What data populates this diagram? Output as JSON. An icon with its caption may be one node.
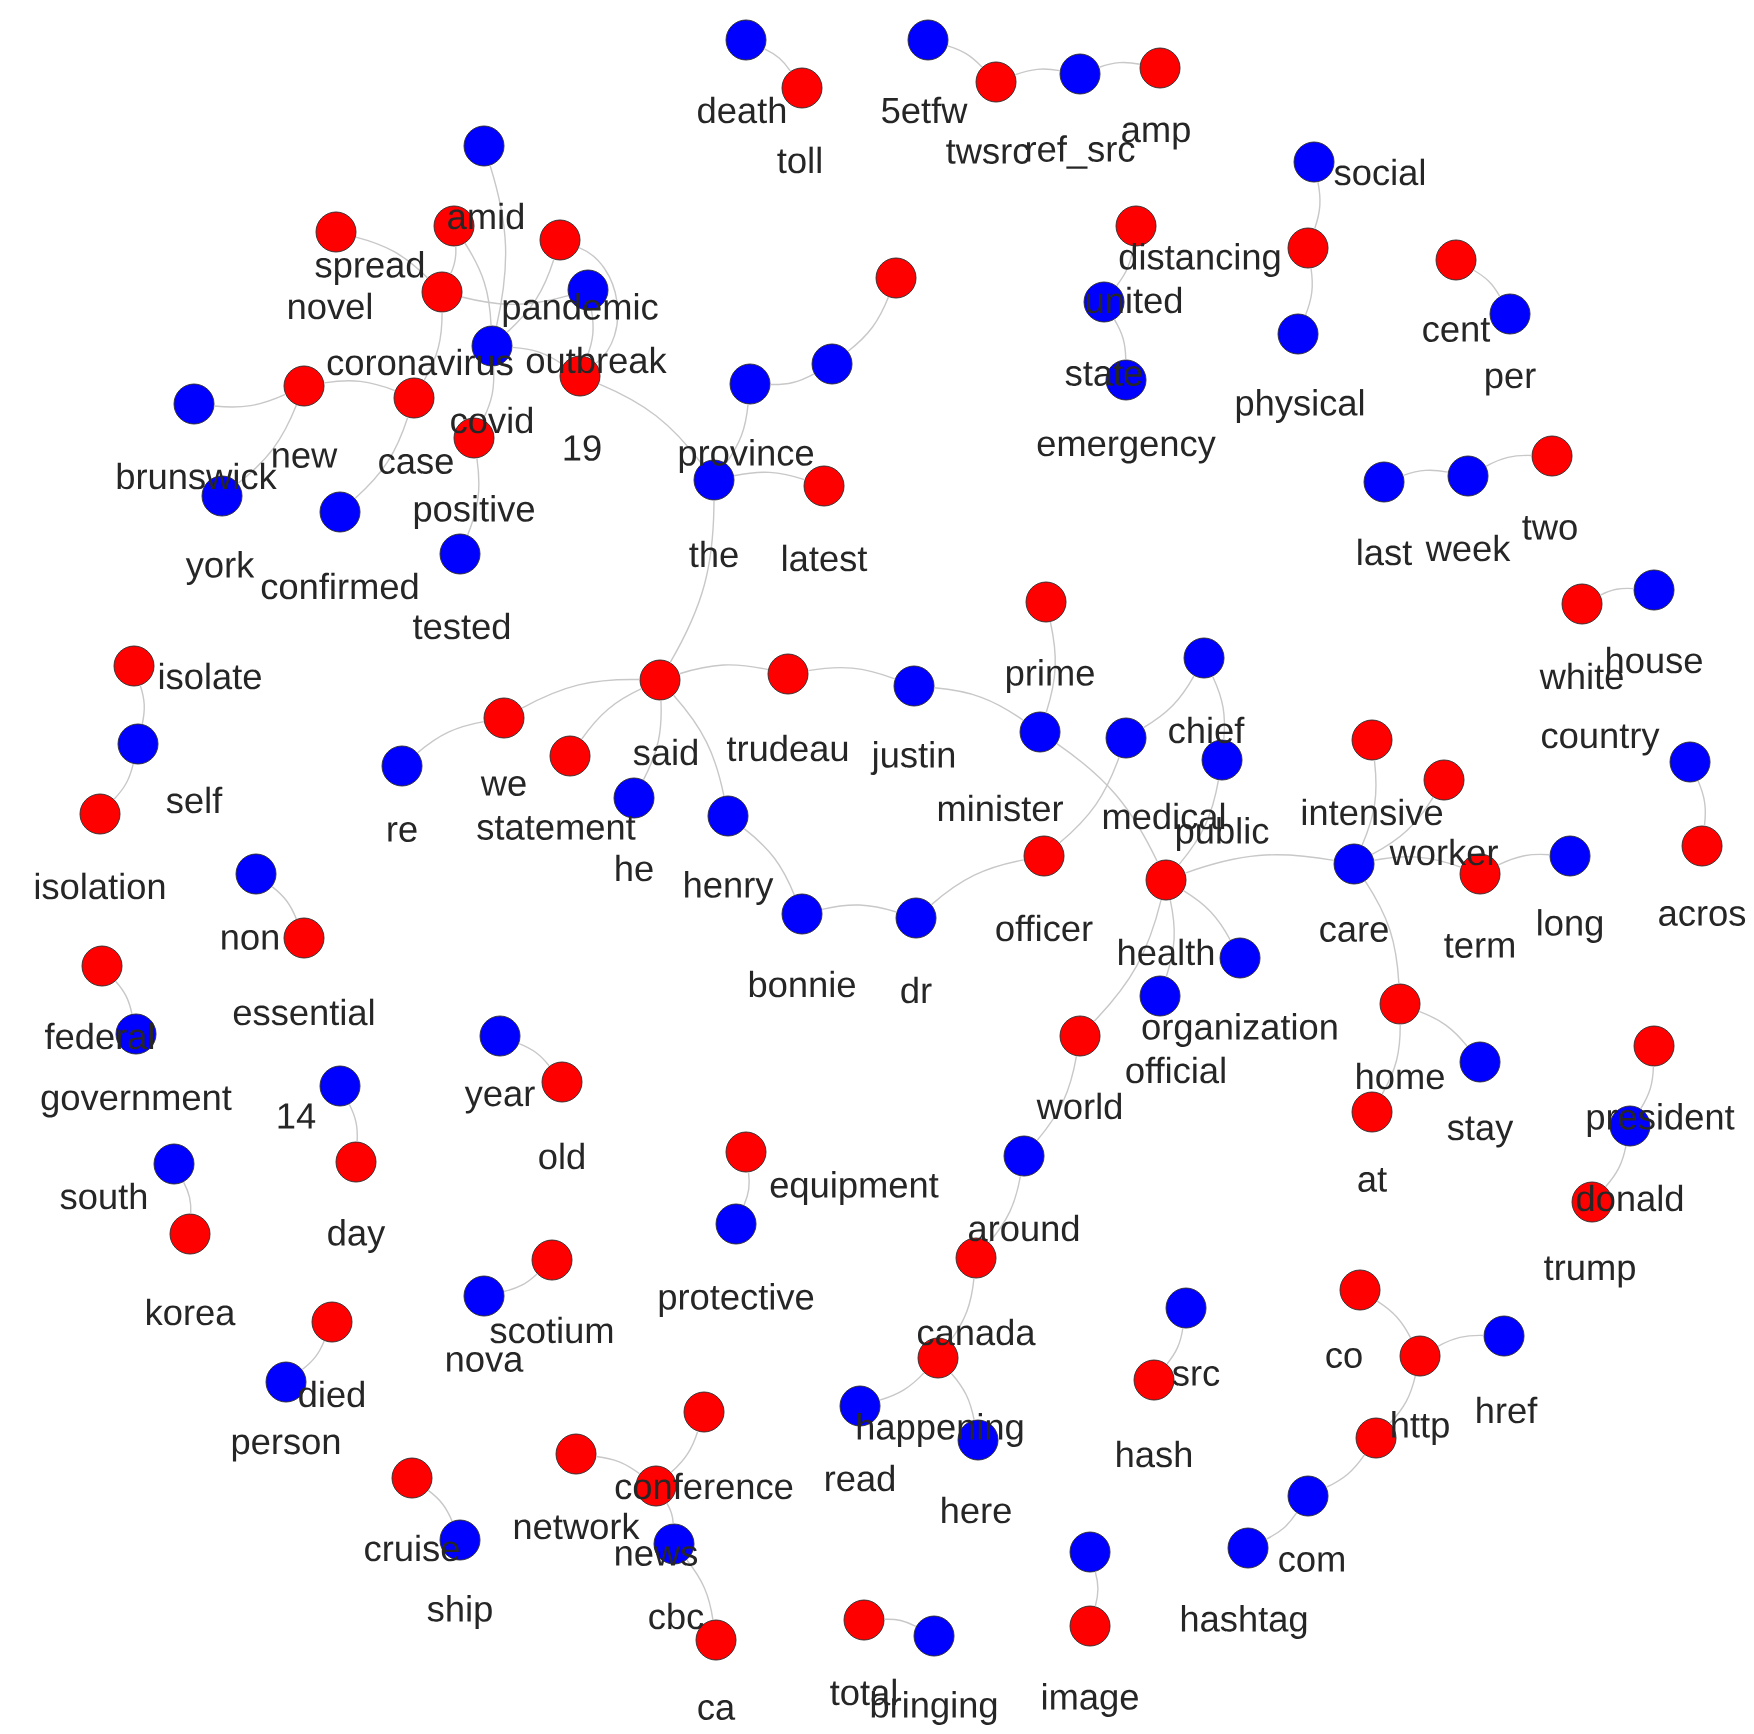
{
  "diagram": {
    "nodes": [
      {
        "text": [
          "death"
        ]
      },
      {
        "text": [
          "toll"
        ]
      },
      {
        "text": [
          "5etfw"
        ]
      },
      {
        "text": [
          "twsrc"
        ]
      },
      {
        "text": [
          "ref_src"
        ]
      },
      {
        "text": [
          "amp"
        ]
      },
      {
        "text": [
          "amid"
        ]
      },
      {
        "text": [
          "novel"
        ]
      },
      {
        "text": [
          "spread"
        ]
      },
      {
        "text": [
          "pandemic"
        ]
      },
      {
        "text": [
          "outbreak"
        ]
      },
      {
        "text": [
          "coronavirus"
        ]
      },
      {
        "text": [
          "covid"
        ]
      },
      {
        "text": [
          "19"
        ]
      },
      {
        "text": [
          "new"
        ]
      },
      {
        "text": [
          "case"
        ]
      },
      {
        "text": [
          "brunswick"
        ]
      },
      {
        "text": [
          "positive"
        ]
      },
      {
        "text": [
          "york"
        ]
      },
      {
        "text": [
          "confirmed"
        ]
      },
      {
        "text": [
          "tested"
        ]
      },
      {
        "text": [],
        "shape": "circle"
      },
      {
        "text": [],
        "shape": "circle"
      },
      {
        "text": [
          "province"
        ]
      },
      {
        "text": [
          "the"
        ]
      },
      {
        "text": [
          "latest"
        ]
      },
      {
        "text": [
          "united"
        ]
      },
      {
        "text": [
          "state"
        ]
      },
      {
        "text": [
          "emergency"
        ]
      },
      {
        "text": [
          "social"
        ]
      },
      {
        "text": [
          "distancing"
        ]
      },
      {
        "text": [
          "physical"
        ]
      },
      {
        "text": [
          "cent"
        ]
      },
      {
        "text": [
          "per"
        ]
      },
      {
        "text": [
          "last"
        ]
      },
      {
        "text": [
          "week"
        ]
      },
      {
        "text": [
          "two"
        ]
      },
      {
        "text": [
          "white"
        ]
      },
      {
        "text": [
          "house"
        ]
      },
      {
        "text": [
          "isolate"
        ]
      },
      {
        "text": [
          "self"
        ]
      },
      {
        "text": [
          "isolation"
        ]
      },
      {
        "text": [
          "re"
        ]
      },
      {
        "text": [
          "we"
        ]
      },
      {
        "text": [
          "statement"
        ]
      },
      {
        "text": [
          "said"
        ]
      },
      {
        "text": [
          "he"
        ]
      },
      {
        "text": [
          "henry"
        ]
      },
      {
        "text": [
          "bonnie"
        ]
      },
      {
        "text": [
          "dr"
        ]
      },
      {
        "text": [
          "trudeau"
        ]
      },
      {
        "text": [
          "justin"
        ]
      },
      {
        "text": [
          "prime"
        ]
      },
      {
        "text": [
          "minister"
        ]
      },
      {
        "text": [
          "chief"
        ]
      },
      {
        "text": [
          "medical"
        ]
      },
      {
        "text": [
          "public"
        ]
      },
      {
        "text": [
          "officer"
        ]
      },
      {
        "text": [
          "health"
        ]
      },
      {
        "text": [
          "organization"
        ]
      },
      {
        "text": [
          "official"
        ]
      },
      {
        "text": [
          "world"
        ]
      },
      {
        "text": [
          "around"
        ]
      },
      {
        "text": [
          "canada"
        ]
      },
      {
        "text": [
          "happening"
        ]
      },
      {
        "text": [
          "read"
        ]
      },
      {
        "text": [
          "here"
        ]
      },
      {
        "text": [
          "intensive"
        ]
      },
      {
        "text": [
          "worker"
        ]
      },
      {
        "text": [
          "care"
        ]
      },
      {
        "text": [
          "term"
        ]
      },
      {
        "text": [
          "long"
        ]
      },
      {
        "text": [
          "country"
        ]
      },
      {
        "text": [
          "acros"
        ]
      },
      {
        "text": [
          "home"
        ]
      },
      {
        "text": [
          "at"
        ]
      },
      {
        "text": [
          "stay"
        ]
      },
      {
        "text": [
          "president"
        ]
      },
      {
        "text": [
          "donald"
        ]
      },
      {
        "text": [
          "trump"
        ]
      },
      {
        "text": [
          "non"
        ]
      },
      {
        "text": [
          "essential"
        ]
      },
      {
        "text": [
          "federal"
        ]
      },
      {
        "text": [
          "government"
        ]
      },
      {
        "text": [
          "14"
        ]
      },
      {
        "text": [
          "day"
        ]
      },
      {
        "text": [
          "year"
        ]
      },
      {
        "text": [
          "old"
        ]
      },
      {
        "text": [
          "south"
        ]
      },
      {
        "text": [
          "korea"
        ]
      },
      {
        "text": [
          "equipment"
        ]
      },
      {
        "text": [
          "protective"
        ]
      },
      {
        "text": [
          "scotium"
        ]
      },
      {
        "text": [
          "nova"
        ]
      },
      {
        "text": [
          "src"
        ]
      },
      {
        "text": [
          "hash"
        ]
      },
      {
        "text": [
          "died"
        ]
      },
      {
        "text": [
          "person"
        ]
      },
      {
        "text": [
          "co"
        ]
      },
      {
        "text": [
          "http"
        ]
      },
      {
        "text": [
          "href"
        ]
      },
      {
        "text": [],
        "shape": "circle"
      },
      {
        "text": [
          "com"
        ]
      },
      {
        "text": [
          "hashtag"
        ]
      },
      {
        "text": [
          "cruise"
        ]
      },
      {
        "text": [
          "ship"
        ]
      },
      {
        "text": [
          "conference"
        ]
      },
      {
        "text": [
          "network"
        ]
      },
      {
        "text": [
          "news"
        ]
      },
      {
        "text": [
          "cbc"
        ]
      },
      {
        "text": [
          "ca"
        ]
      },
      {
        "text": [
          "total"
        ]
      },
      {
        "text": [
          "bringing"
        ]
      },
      {
        "text": [],
        "shape": "circle"
      },
      {
        "text": [
          "image"
        ]
      }
    ],
    "edges": [
      {
        "from": 0,
        "to": 1,
        "arrow": "none"
      },
      {
        "from": 2,
        "to": 3,
        "arrow": "none"
      },
      {
        "from": 3,
        "to": 4,
        "arrow": "none"
      },
      {
        "from": 4,
        "to": 5,
        "arrow": "none"
      },
      {
        "from": 6,
        "to": 12,
        "arrow": "none"
      },
      {
        "from": 7,
        "to": 11,
        "arrow": "none"
      },
      {
        "from": 8,
        "to": 11,
        "arrow": "none"
      },
      {
        "from": 8,
        "to": 12,
        "arrow": "none"
      },
      {
        "from": 9,
        "to": 12,
        "arrow": "none"
      },
      {
        "from": 9,
        "to": 13,
        "arrow": "none"
      },
      {
        "from": 10,
        "to": 11,
        "arrow": "none"
      },
      {
        "from": 10,
        "to": 13,
        "arrow": "none"
      },
      {
        "from": 11,
        "to": 15,
        "arrow": "none"
      },
      {
        "from": 12,
        "to": 13,
        "arrow": "none"
      },
      {
        "from": 12,
        "to": 17,
        "arrow": "none"
      },
      {
        "from": 14,
        "to": 15,
        "arrow": "none"
      },
      {
        "from": 14,
        "to": 16,
        "arrow": "none"
      },
      {
        "from": 14,
        "to": 18,
        "arrow": "none"
      },
      {
        "from": 15,
        "to": 19,
        "arrow": "none"
      },
      {
        "from": 17,
        "to": 20,
        "arrow": "none"
      },
      {
        "from": 13,
        "to": 24,
        "arrow": "none"
      },
      {
        "from": 21,
        "to": 22,
        "arrow": "none"
      },
      {
        "from": 22,
        "to": 23,
        "arrow": "none"
      },
      {
        "from": 23,
        "to": 24,
        "arrow": "none"
      },
      {
        "from": 24,
        "to": 25,
        "arrow": "none"
      },
      {
        "from": 24,
        "to": 45,
        "arrow": "none"
      },
      {
        "from": 26,
        "to": 27,
        "arrow": "none"
      },
      {
        "from": 27,
        "to": 28,
        "arrow": "none"
      },
      {
        "from": 29,
        "to": 30,
        "arrow": "none"
      },
      {
        "from": 30,
        "to": 31,
        "arrow": "none"
      },
      {
        "from": 32,
        "to": 33,
        "arrow": "none"
      },
      {
        "from": 34,
        "to": 35,
        "arrow": "none"
      },
      {
        "from": 35,
        "to": 36,
        "arrow": "none"
      },
      {
        "from": 37,
        "to": 38,
        "arrow": "none"
      },
      {
        "from": 39,
        "to": 40,
        "arrow": "none"
      },
      {
        "from": 40,
        "to": 41,
        "arrow": "none"
      },
      {
        "from": 42,
        "to": 43,
        "arrow": "none"
      },
      {
        "from": 43,
        "to": 45,
        "arrow": "none"
      },
      {
        "from": 44,
        "to": 45,
        "arrow": "none"
      },
      {
        "from": 45,
        "to": 46,
        "arrow": "none"
      },
      {
        "from": 45,
        "to": 47,
        "arrow": "none"
      },
      {
        "from": 47,
        "to": 48,
        "arrow": "none"
      },
      {
        "from": 48,
        "to": 49,
        "arrow": "none"
      },
      {
        "from": 49,
        "to": 57,
        "arrow": "none"
      },
      {
        "from": 45,
        "to": 50,
        "arrow": "none"
      },
      {
        "from": 50,
        "to": 51,
        "arrow": "none"
      },
      {
        "from": 51,
        "to": 53,
        "arrow": "none"
      },
      {
        "from": 52,
        "to": 53,
        "arrow": "none"
      },
      {
        "from": 53,
        "to": 58,
        "arrow": "none"
      },
      {
        "from": 54,
        "to": 55,
        "arrow": "none"
      },
      {
        "from": 54,
        "to": 56,
        "arrow": "none"
      },
      {
        "from": 55,
        "to": 57,
        "arrow": "none"
      },
      {
        "from": 56,
        "to": 58,
        "arrow": "none"
      },
      {
        "from": 58,
        "to": 59,
        "arrow": "none"
      },
      {
        "from": 58,
        "to": 60,
        "arrow": "none"
      },
      {
        "from": 58,
        "to": 61,
        "arrow": "none"
      },
      {
        "from": 58,
        "to": 69,
        "arrow": "none"
      },
      {
        "from": 61,
        "to": 62,
        "arrow": "none"
      },
      {
        "from": 62,
        "to": 63,
        "arrow": "none"
      },
      {
        "from": 63,
        "to": 64,
        "arrow": "none"
      },
      {
        "from": 64,
        "to": 65,
        "arrow": "none"
      },
      {
        "from": 64,
        "to": 66,
        "arrow": "none"
      },
      {
        "from": 67,
        "to": 69,
        "arrow": "none"
      },
      {
        "from": 68,
        "to": 69,
        "arrow": "none"
      },
      {
        "from": 69,
        "to": 70,
        "arrow": "none"
      },
      {
        "from": 70,
        "to": 71,
        "arrow": "none"
      },
      {
        "from": 69,
        "to": 74,
        "arrow": "none"
      },
      {
        "from": 74,
        "to": 75,
        "arrow": "none"
      },
      {
        "from": 74,
        "to": 76,
        "arrow": "none"
      },
      {
        "from": 72,
        "to": 73,
        "arrow": "none"
      },
      {
        "from": 77,
        "to": 78,
        "arrow": "none"
      },
      {
        "from": 78,
        "to": 79,
        "arrow": "none"
      },
      {
        "from": 80,
        "to": 81,
        "arrow": "none"
      },
      {
        "from": 82,
        "to": 83,
        "arrow": "none"
      },
      {
        "from": 84,
        "to": 85,
        "arrow": "none"
      },
      {
        "from": 86,
        "to": 87,
        "arrow": "none"
      },
      {
        "from": 88,
        "to": 89,
        "arrow": "none"
      },
      {
        "from": 90,
        "to": 91,
        "arrow": "none"
      },
      {
        "from": 92,
        "to": 93,
        "arrow": "none"
      },
      {
        "from": 94,
        "to": 95,
        "arrow": "none"
      },
      {
        "from": 96,
        "to": 97,
        "arrow": "none"
      },
      {
        "from": 98,
        "to": 99,
        "arrow": "none"
      },
      {
        "from": 99,
        "to": 100,
        "arrow": "none"
      },
      {
        "from": 99,
        "to": 101,
        "arrow": "none"
      },
      {
        "from": 101,
        "to": 102,
        "arrow": "none"
      },
      {
        "from": 102,
        "to": 103,
        "arrow": "none"
      },
      {
        "from": 104,
        "to": 105,
        "arrow": "none"
      },
      {
        "from": 106,
        "to": 108,
        "arrow": "none"
      },
      {
        "from": 107,
        "to": 108,
        "arrow": "none"
      },
      {
        "from": 108,
        "to": 109,
        "arrow": "none"
      },
      {
        "from": 109,
        "to": 110,
        "arrow": "none"
      },
      {
        "from": 111,
        "to": 112,
        "arrow": "none"
      },
      {
        "from": 113,
        "to": 114,
        "arrow": "none"
      }
    ]
  }
}
